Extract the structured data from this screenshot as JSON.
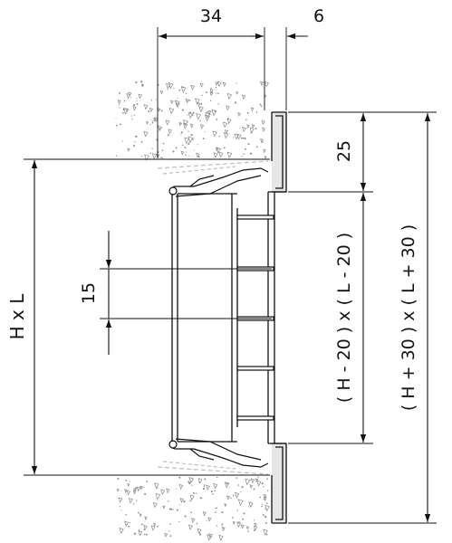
{
  "dimensions": {
    "top_width": "34",
    "top_offset": "6",
    "frame_height": "25",
    "blade_spacing": "15",
    "opening": "H x L",
    "inner": "( H - 20 ) x ( L - 20 )",
    "outer": "( H + 30 ) x ( L + 30 )"
  },
  "colors": {
    "line": "#111111",
    "wall_speckle": "#8a8a8a",
    "frame_fill": "#d9d9d9",
    "hatch": "#bdbdbd"
  }
}
